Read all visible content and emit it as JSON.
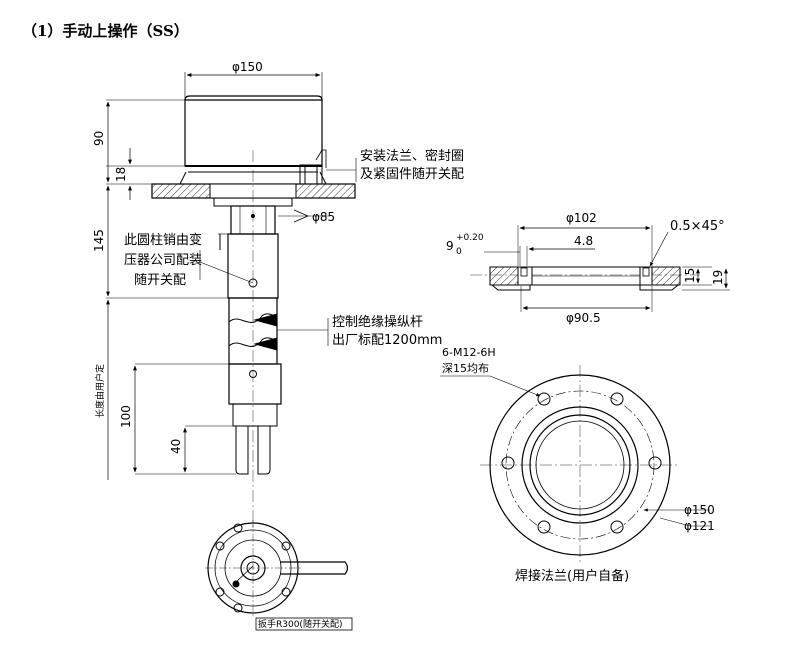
{
  "title": "（1）手动上操作（SS）",
  "main_view": {
    "dim_top_diameter": "φ150",
    "dim_height_90": "90",
    "dim_height_18": "18",
    "dim_height_145": "145",
    "dim_height_100": "100",
    "dim_height_40": "40",
    "dim_shaft": "φ85",
    "vertical_length_label": "长度由用户定",
    "note_flange_line1": "安装法兰、密封圈",
    "note_flange_line2": "及紧固件随开关配",
    "note_pin_line1": "此圆柱销由变",
    "note_pin_line2": "压器公司配装",
    "note_pin_line3": "随开关配",
    "note_rod_line1": "控制绝缘操纵杆",
    "note_rod_line2": "出厂标配1200mm"
  },
  "section_view": {
    "dim_outer": "φ102",
    "dim_tol": "9",
    "dim_tol_upper": "+0.20",
    "dim_tol_lower": "0",
    "dim_chamfer": "0.5×45°",
    "dim_depth": "4.8",
    "dim_inner": "φ90.5",
    "dim_thick_15": "15",
    "dim_thick_19": "19"
  },
  "flange_view": {
    "holes_line1": "6-M12-6H",
    "holes_line2": "深15均布",
    "dim_d150": "φ150",
    "dim_d121": "φ121",
    "caption": "焊接法兰(用户自备)"
  },
  "bottom_view": {
    "handle_label": "扳手R300(随开关配)"
  }
}
